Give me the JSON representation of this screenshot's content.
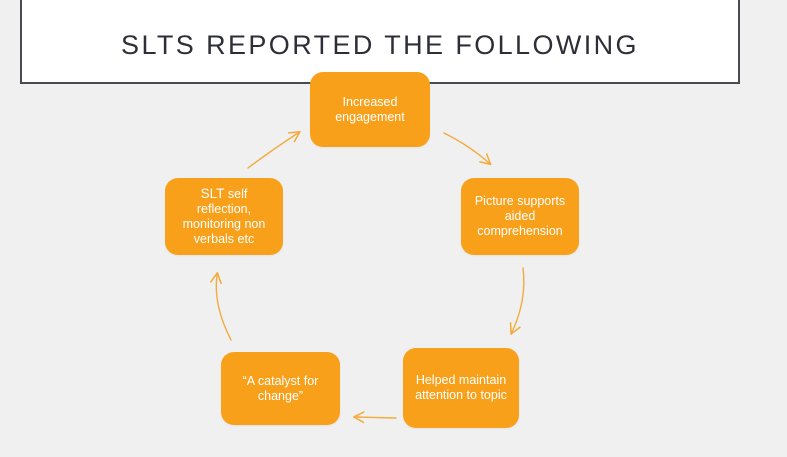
{
  "slide": {
    "background_color": "#f0f0f0",
    "title": {
      "text": "SLTS REPORTED THE FOLLOWING",
      "color": "#2e2e38",
      "border_color": "#4a4a52",
      "fill_color": "#ffffff"
    },
    "accent_color": "#f9a01b",
    "box_text_color": "#ffffff"
  },
  "diagram": {
    "type": "cycle",
    "direction": "counter-clockwise",
    "nodes": [
      {
        "id": "increased-engagement",
        "position": "top",
        "label": "Increased engagement",
        "lines": [
          "Increased",
          "engagement"
        ]
      },
      {
        "id": "picture-supports",
        "position": "right",
        "label": "Picture supports aided comprehension",
        "lines": [
          "Picture supports",
          "aided",
          "comprehension"
        ]
      },
      {
        "id": "helped-maintain",
        "position": "bottom-right",
        "label": "Helped maintain attention to topic",
        "lines": [
          "Helped maintain",
          "attention to topic"
        ]
      },
      {
        "id": "catalyst-for-change",
        "position": "bottom-left",
        "label": "“A catalyst for change”",
        "lines": [
          "“A catalyst for",
          "change”"
        ]
      },
      {
        "id": "slt-self-reflection",
        "position": "left",
        "label": "SLT self reflection, monitoring non verbals etc",
        "lines": [
          "SLT self reflection,",
          "monitoring non",
          "verbals etc"
        ],
        "emphasis": "SLT"
      }
    ],
    "arrows": [
      {
        "id": "arrow-top-to-right",
        "from": "increased-engagement",
        "to": "picture-supports"
      },
      {
        "id": "arrow-right-to-bottom-right",
        "from": "picture-supports",
        "to": "helped-maintain"
      },
      {
        "id": "arrow-bottom-right-to-bottom-left",
        "from": "helped-maintain",
        "to": "catalyst-for-change"
      },
      {
        "id": "arrow-bottom-left-to-left",
        "from": "catalyst-for-change",
        "to": "slt-self-reflection"
      },
      {
        "id": "arrow-left-to-top",
        "from": "slt-self-reflection",
        "to": "increased-engagement"
      }
    ]
  }
}
